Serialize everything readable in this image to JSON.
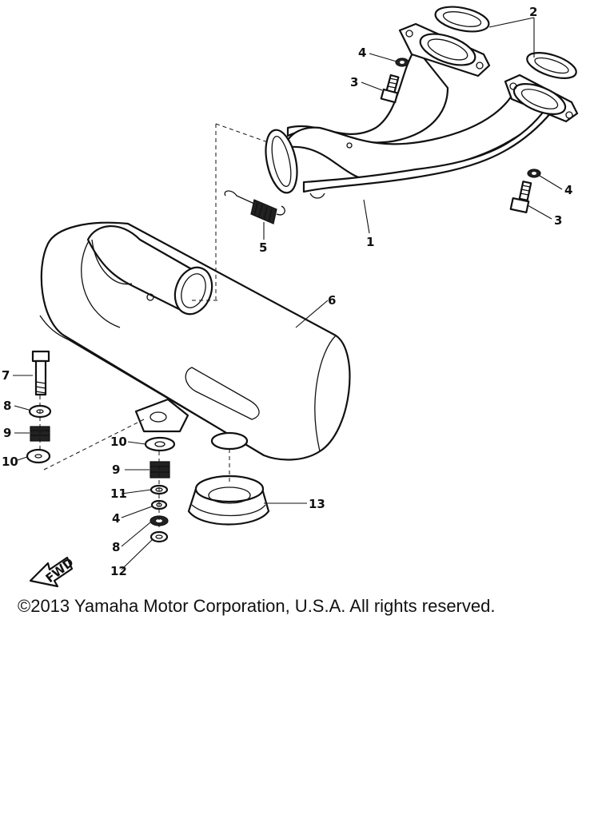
{
  "diagram": {
    "callouts": {
      "c1": "1",
      "c2": "2",
      "c3a": "3",
      "c3b": "3",
      "c4a": "4",
      "c4b": "4",
      "c4c": "4",
      "c5": "5",
      "c6": "6",
      "c7": "7",
      "c8a": "8",
      "c8b": "8",
      "c9a": "9",
      "c9b": "9",
      "c10a": "10",
      "c10b": "10",
      "c11": "11",
      "c12": "12",
      "c13": "13"
    },
    "fwd_label": "FWD"
  },
  "footer": {
    "copyright": "©2013 Yamaha Motor Corporation, U.S.A. All rights reserved."
  }
}
